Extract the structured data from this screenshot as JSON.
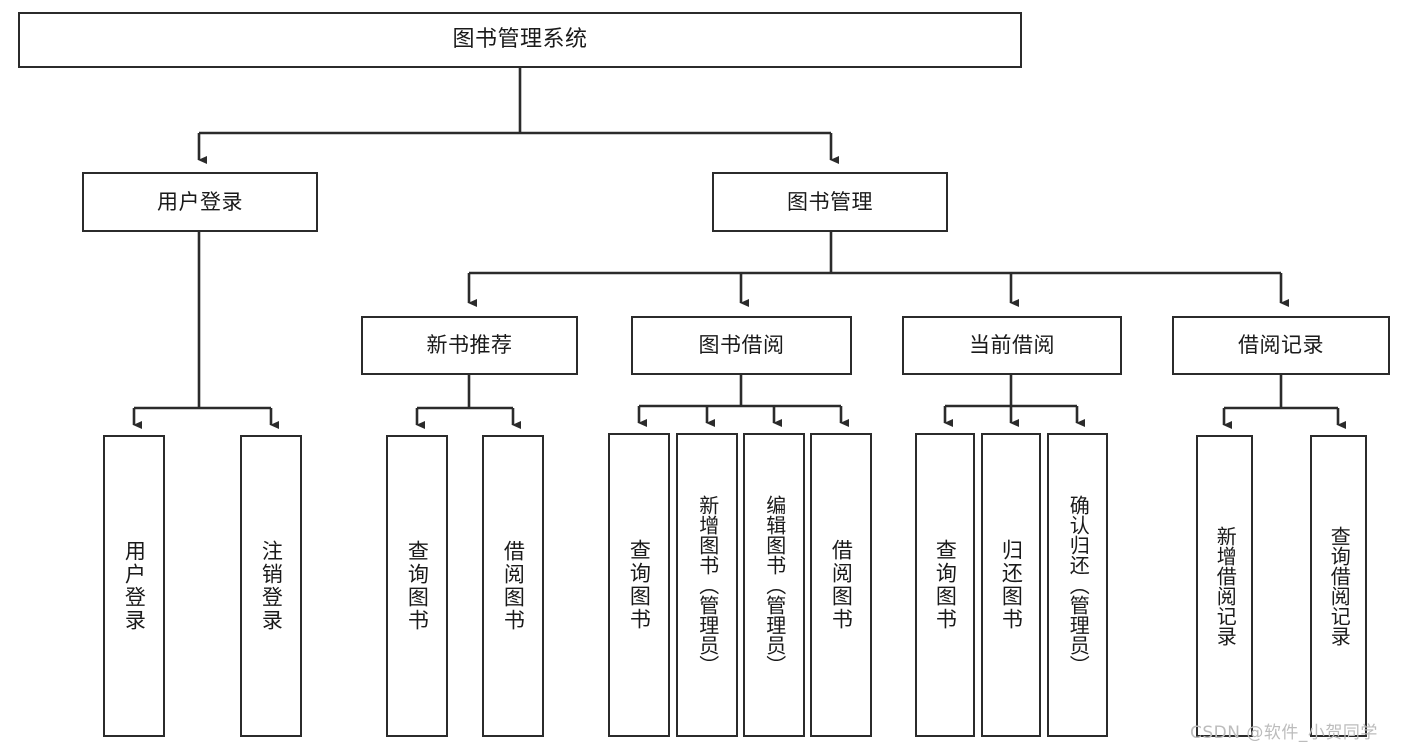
{
  "diagram": {
    "title": "图书管理系统",
    "type": "tree-hierarchy-diagram",
    "watermark": "CSDN @软件_小贺同学",
    "colors": {
      "box_border": "#2b2b2b",
      "box_fill": "#ffffff",
      "connector": "#2b2b2b",
      "text": "#1a1a1a",
      "watermark": "#bcbcbc",
      "background": "#ffffff"
    },
    "root": {
      "label": "图书管理系统"
    },
    "level2": [
      {
        "label": "用户登录"
      },
      {
        "label": "图书管理"
      }
    ],
    "level3": [
      {
        "label": "新书推荐"
      },
      {
        "label": "图书借阅"
      },
      {
        "label": "当前借阅"
      },
      {
        "label": "借阅记录"
      }
    ],
    "leaves": {
      "user_login": [
        {
          "label": "用户登录"
        },
        {
          "label": "注销登录"
        }
      ],
      "new_book_recommend": [
        {
          "label": "查询图书"
        },
        {
          "label": "借阅图书"
        }
      ],
      "book_borrow": [
        {
          "label": "查询图书"
        },
        {
          "label": "新增图书（管理员）"
        },
        {
          "label": "编辑图书（管理员）"
        },
        {
          "label": "借阅图书"
        }
      ],
      "current_borrow": [
        {
          "label": "查询图书"
        },
        {
          "label": "归还图书"
        },
        {
          "label": "确认归还（管理员）"
        }
      ],
      "borrow_record": [
        {
          "label": "新增借阅记录"
        },
        {
          "label": "查询借阅记录"
        }
      ]
    }
  }
}
